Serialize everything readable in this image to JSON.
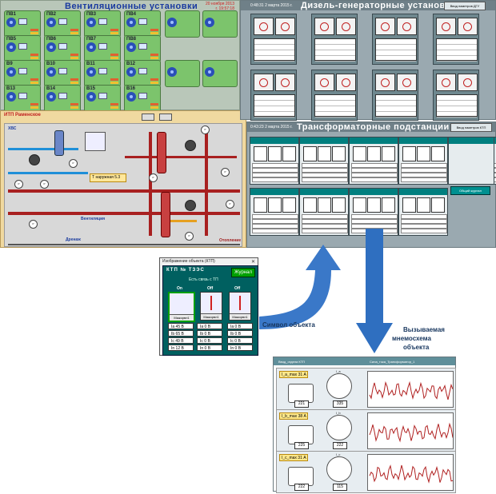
{
  "ventilation": {
    "title": "Вентиляционные установки",
    "clock": "20 ноября 2013 г. 19:57:18",
    "units": [
      "ПВ1",
      "ПВ2",
      "ПВ3",
      "ПВ4",
      "ПВ5",
      "ПВ6",
      "ПВ7",
      "ПВ8",
      "В9",
      "В10",
      "В11",
      "В12",
      "В13",
      "В14",
      "В15",
      "В16"
    ]
  },
  "itp": {
    "title": "ИТП Раменское",
    "section_hvs": "ХВС",
    "section_heating": "Отопление",
    "section_drain": "Дренаж",
    "section_vent": "Вентиляция",
    "t_outdoor": "Т наружная  5.3"
  },
  "diesel": {
    "title": "Дизель-генераторные установки",
    "time": "0:48:31 2 марта 2015 г.",
    "button": "Ввод паметров ДГУ"
  },
  "transformer": {
    "title": "Трансформаторные подстанции",
    "time": "0:43:23 2 марта 2015 г.",
    "button": "Ввод паметров КТП",
    "journal_all": "Общий журнал"
  },
  "object_window": {
    "title": "Изображение объекта (КТП)",
    "header": "КТП  №  ТЗЭС",
    "link": "Есть связь с ТП",
    "journal": "Журнал",
    "states": [
      "On",
      "Off",
      "Off"
    ],
    "switches": [
      "Мажорвл1",
      "Мажорвл1",
      "Мажорвл1"
    ],
    "currents": [
      [
        "Ia  45 В",
        "Ia  0 В",
        "Ia  0 В"
      ],
      [
        "Ib  65 В",
        "Ib  0 В",
        "Ib  0 В"
      ],
      [
        "Ic  49 В",
        "Ic  0 В",
        "Ic  0 В"
      ],
      [
        "In  12 В",
        "In  0 В",
        "In  0 В"
      ]
    ]
  },
  "captions": {
    "symbol": "Символ объекта",
    "called_1": "Вызываемая",
    "called_2": "мнемосхема",
    "called_3": "объекта"
  },
  "mnemonic": {
    "tab1": "Ввод_отдела КТП",
    "tab2": "Сила_тока_Трансформатор_1",
    "rows": [
      {
        "label": "I_a_max  31 А",
        "gauge1": "221",
        "gauge2": "335",
        "cap": "I_a"
      },
      {
        "label": "I_b_max  38 А",
        "gauge1": "225",
        "gauge2": "222",
        "cap": "I_b"
      },
      {
        "label": "I_c_max  31 А",
        "gauge1": "222",
        "gauge2": "115",
        "cap": "I_c"
      }
    ]
  },
  "colors": {
    "arrow": "#3a78c8",
    "accent_teal": "#006060",
    "vent_green": "#7cc46c"
  }
}
